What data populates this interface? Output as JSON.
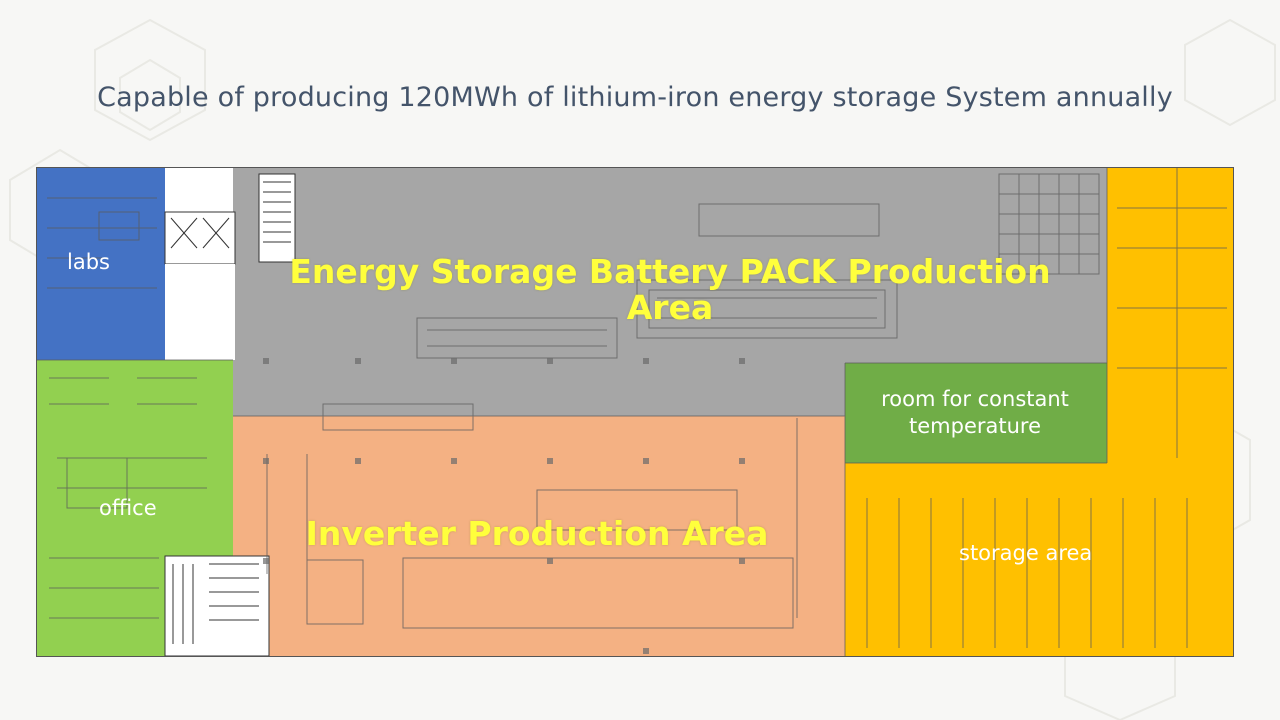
{
  "slide": {
    "title": "Capable of producing 120MWh of lithium-iron energy storage System annually"
  },
  "zones": {
    "labs": {
      "label": "labs",
      "color": "#4472c4"
    },
    "office": {
      "label": "office",
      "color": "#92d050"
    },
    "battery_pack": {
      "label": "Energy Storage Battery PACK Production Area",
      "color": "#a6a6a6"
    },
    "inverter": {
      "label": "Inverter Production Area",
      "color": "#f4b183"
    },
    "constant_temp": {
      "label": "room for constant temperature",
      "color": "#70ad47"
    },
    "storage": {
      "label": "storage area",
      "color": "#ffc000"
    },
    "highlight_text_color": "#ffff3c"
  }
}
